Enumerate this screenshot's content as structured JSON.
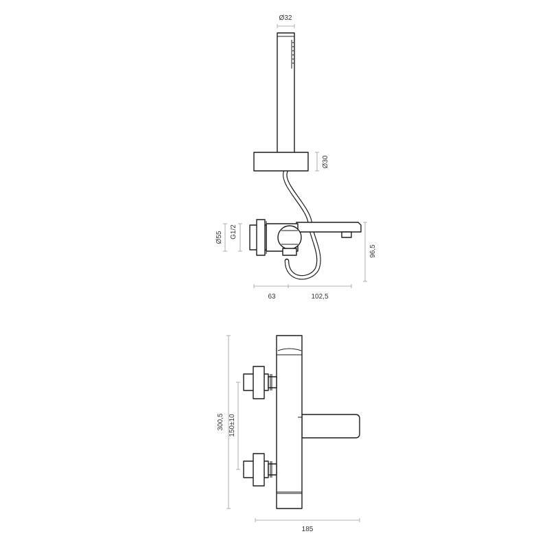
{
  "dimensions": {
    "hand_shower_diameter": "Ø32",
    "holder_diameter": "Ø30",
    "side_diameter": "Ø55",
    "thread": "G1/2",
    "side_height": "96,5",
    "width_left": "63",
    "width_right": "102,5",
    "overall_height": "300,5",
    "centers": "150±10",
    "overall_width": "185"
  },
  "colors": {
    "line": "#1a1a1a",
    "dimension": "#9a9a9a",
    "text": "#333333"
  }
}
